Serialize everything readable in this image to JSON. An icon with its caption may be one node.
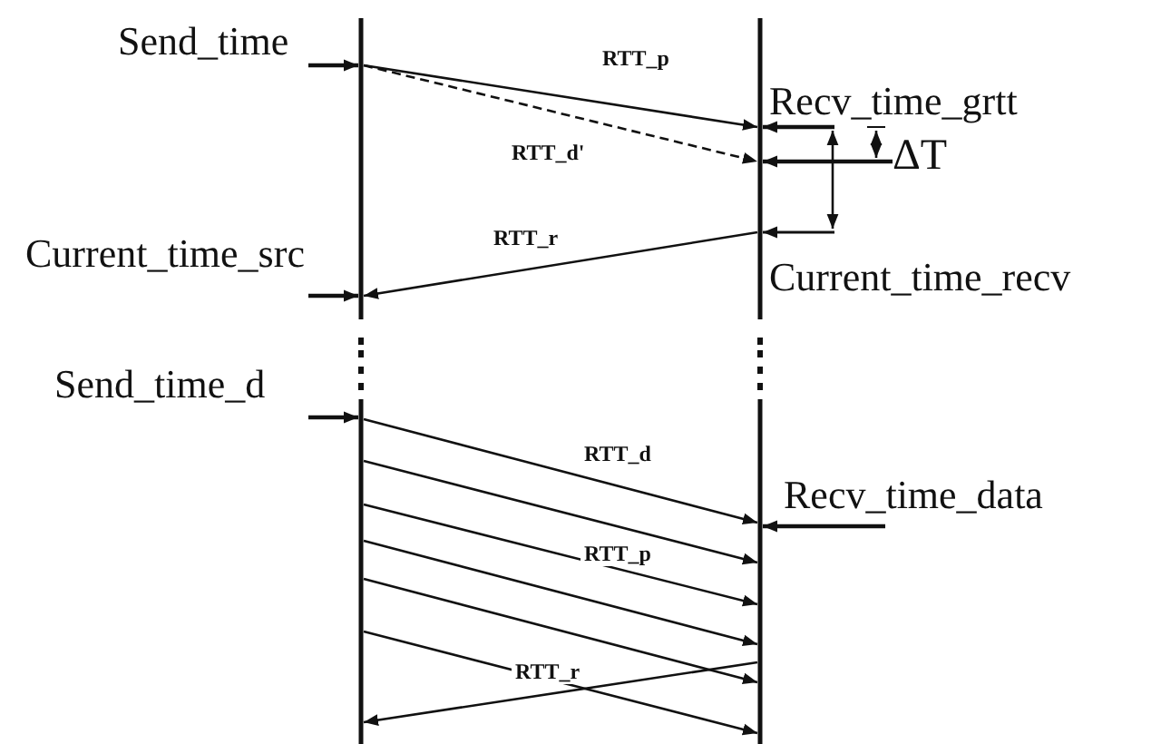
{
  "diagram": {
    "nodes": [
      {
        "text": [
          "Send_time"
        ]
      },
      {
        "text": [],
        "shape": "bar"
      },
      {
        "text": [],
        "shape": "bar"
      },
      {
        "text": [
          "Current_time_src"
        ]
      },
      {
        "text": [
          "Send_time_d"
        ]
      },
      {
        "text": [
          "Recv_time_data"
        ]
      }
    ],
    "edges": [
      {
        "from": 0,
        "to": 1,
        "arrow": "to"
      },
      {
        "from": 1,
        "to": 2,
        "arrow": "to",
        "label": "RTT_p"
      },
      {
        "from": 1,
        "to": 2,
        "arrow": "to",
        "label": "RTT_d'",
        "style": "dashed"
      },
      {
        "from": 2,
        "to": 1,
        "arrow": "to",
        "label": "RTT_r"
      },
      {
        "from": 3,
        "to": 1,
        "arrow": "to"
      },
      {
        "from": 4,
        "to": 1,
        "arrow": "to"
      },
      {
        "from": 1,
        "to": 2,
        "arrow": "to",
        "label": "RTT_d"
      },
      {
        "from": 1,
        "to": 2,
        "arrow": "to",
        "label": "RTT_p"
      },
      {
        "from": 1,
        "to": 2,
        "arrow": "to"
      },
      {
        "from": 1,
        "to": 2,
        "arrow": "to"
      },
      {
        "from": 1,
        "to": 2,
        "arrow": "to"
      },
      {
        "from": 1,
        "to": 2,
        "arrow": "to"
      },
      {
        "from": 2,
        "to": 1,
        "arrow": "to",
        "label": "RTT_r"
      },
      {
        "from": 5,
        "to": 2,
        "arrow": "to"
      }
    ],
    "labels": [
      "Recv_time_grtt",
      "ΔT",
      "Current_time_recv"
    ]
  }
}
